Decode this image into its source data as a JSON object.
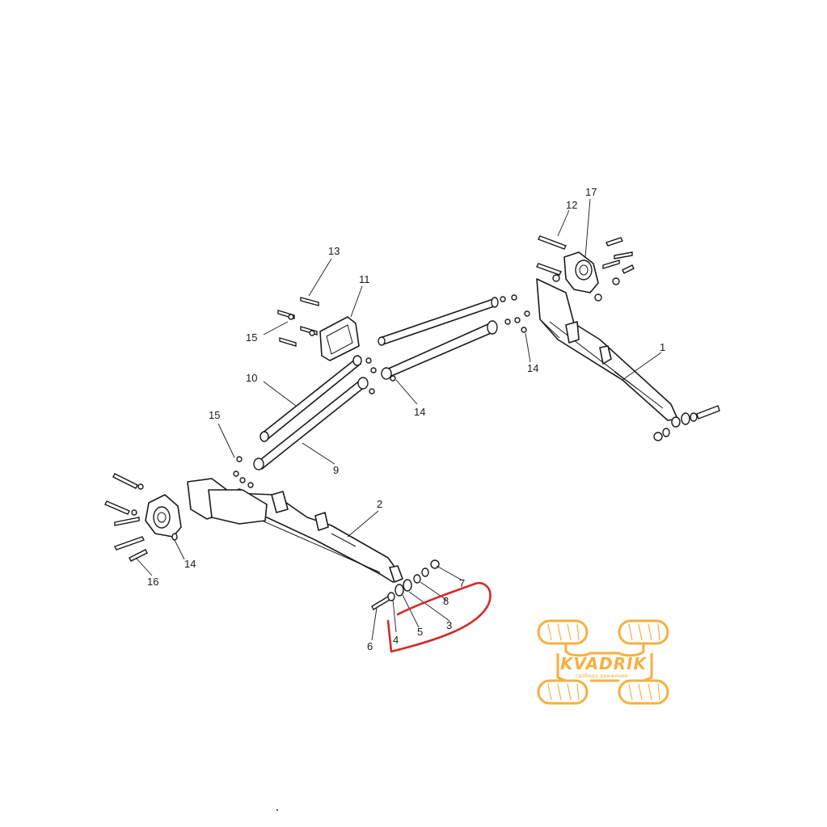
{
  "callouts": [
    {
      "label": "17"
    },
    {
      "label": "12"
    },
    {
      "label": "13"
    },
    {
      "label": "11"
    },
    {
      "label": "15"
    },
    {
      "label": "14"
    },
    {
      "label": "1"
    },
    {
      "label": "10"
    },
    {
      "label": "14"
    },
    {
      "label": "15"
    },
    {
      "label": "9"
    },
    {
      "label": "2"
    },
    {
      "label": "14"
    },
    {
      "label": "16"
    },
    {
      "label": "7"
    },
    {
      "label": "8"
    },
    {
      "label": "4"
    },
    {
      "label": "5"
    },
    {
      "label": "3"
    },
    {
      "label": "6"
    }
  ],
  "watermark": {
    "brand": "KVADRIK",
    "tagline": "свобода движения",
    "color": "#f5b041"
  },
  "highlight_color": "#d42a2a"
}
